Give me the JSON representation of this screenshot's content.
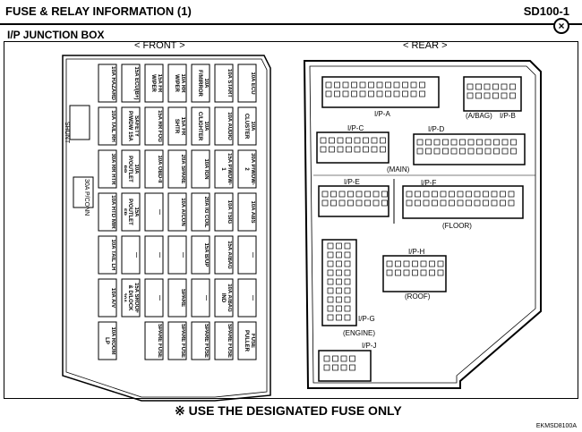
{
  "header": {
    "title": "FUSE & RELAY INFORMATION (1)",
    "code": "SD100-1",
    "close_glyph": "×"
  },
  "subtitle": "I/P JUNCTION BOX",
  "views": {
    "front": "< FRONT >",
    "rear": "< REAR >"
  },
  "shunt": "SHUNT",
  "pcon": "30A P/CONN",
  "fuse_columns": [
    [
      "10A HAZARD",
      "10A TAIL RH",
      "30A RR HTR",
      "10A HTD MIR",
      "10A TAIL LH",
      "10A A/V",
      "10A ROOM LP"
    ],
    [
      "15A ECU(B+)",
      "SAFETY P/WDW 15A",
      "10A P/OUTLET RR",
      "15A P/OUTLET FR",
      "—",
      "15A SROOF & D/LOCK 20A"
    ],
    [
      "15A FR WIPER",
      "15A RR FOG",
      "10A OBD-II",
      "—",
      "—",
      "—",
      "SPARE FUSE"
    ],
    [
      "10A RR WIPER",
      "15A FR SHTR",
      "20A SPARE",
      "10A A/CON",
      "—",
      "SPARE",
      "SPARE FUSE"
    ],
    [
      "10A F/MIRROR",
      "10A C/LIGHTER",
      "10A IGN",
      "20A IG COIL",
      "15A B/UP",
      "—",
      "SPARE FUSE"
    ],
    [
      "10A START",
      "10A AUDIO",
      "15A P/WDW-1",
      "10A TSIG",
      "15A A/BAG",
      "10A A/BAG IND",
      "SPARE FUSE"
    ],
    [
      "10A ECU",
      "10A CLUSTER",
      "30A P/WDW-2",
      "10A ABS",
      "—",
      "—",
      "FUSE PULLER"
    ]
  ],
  "connectors": [
    {
      "label": "I/P-A"
    },
    {
      "label": "I/P-B"
    },
    {
      "label": "(A/BAG)"
    },
    {
      "label": "I/P-C"
    },
    {
      "label": "I/P-D"
    },
    {
      "label": "(MAIN)"
    },
    {
      "label": "I/P-E"
    },
    {
      "label": "I/P-F"
    },
    {
      "label": "(FLOOR)"
    },
    {
      "label": "I/P-H"
    },
    {
      "label": "(ROOF)"
    },
    {
      "label": "I/P-G"
    },
    {
      "label": "(ENGINE)"
    },
    {
      "label": "I/P-J"
    }
  ],
  "footer_note": "※ USE THE DESIGNATED FUSE ONLY",
  "image_code": "EKMSD8100A"
}
